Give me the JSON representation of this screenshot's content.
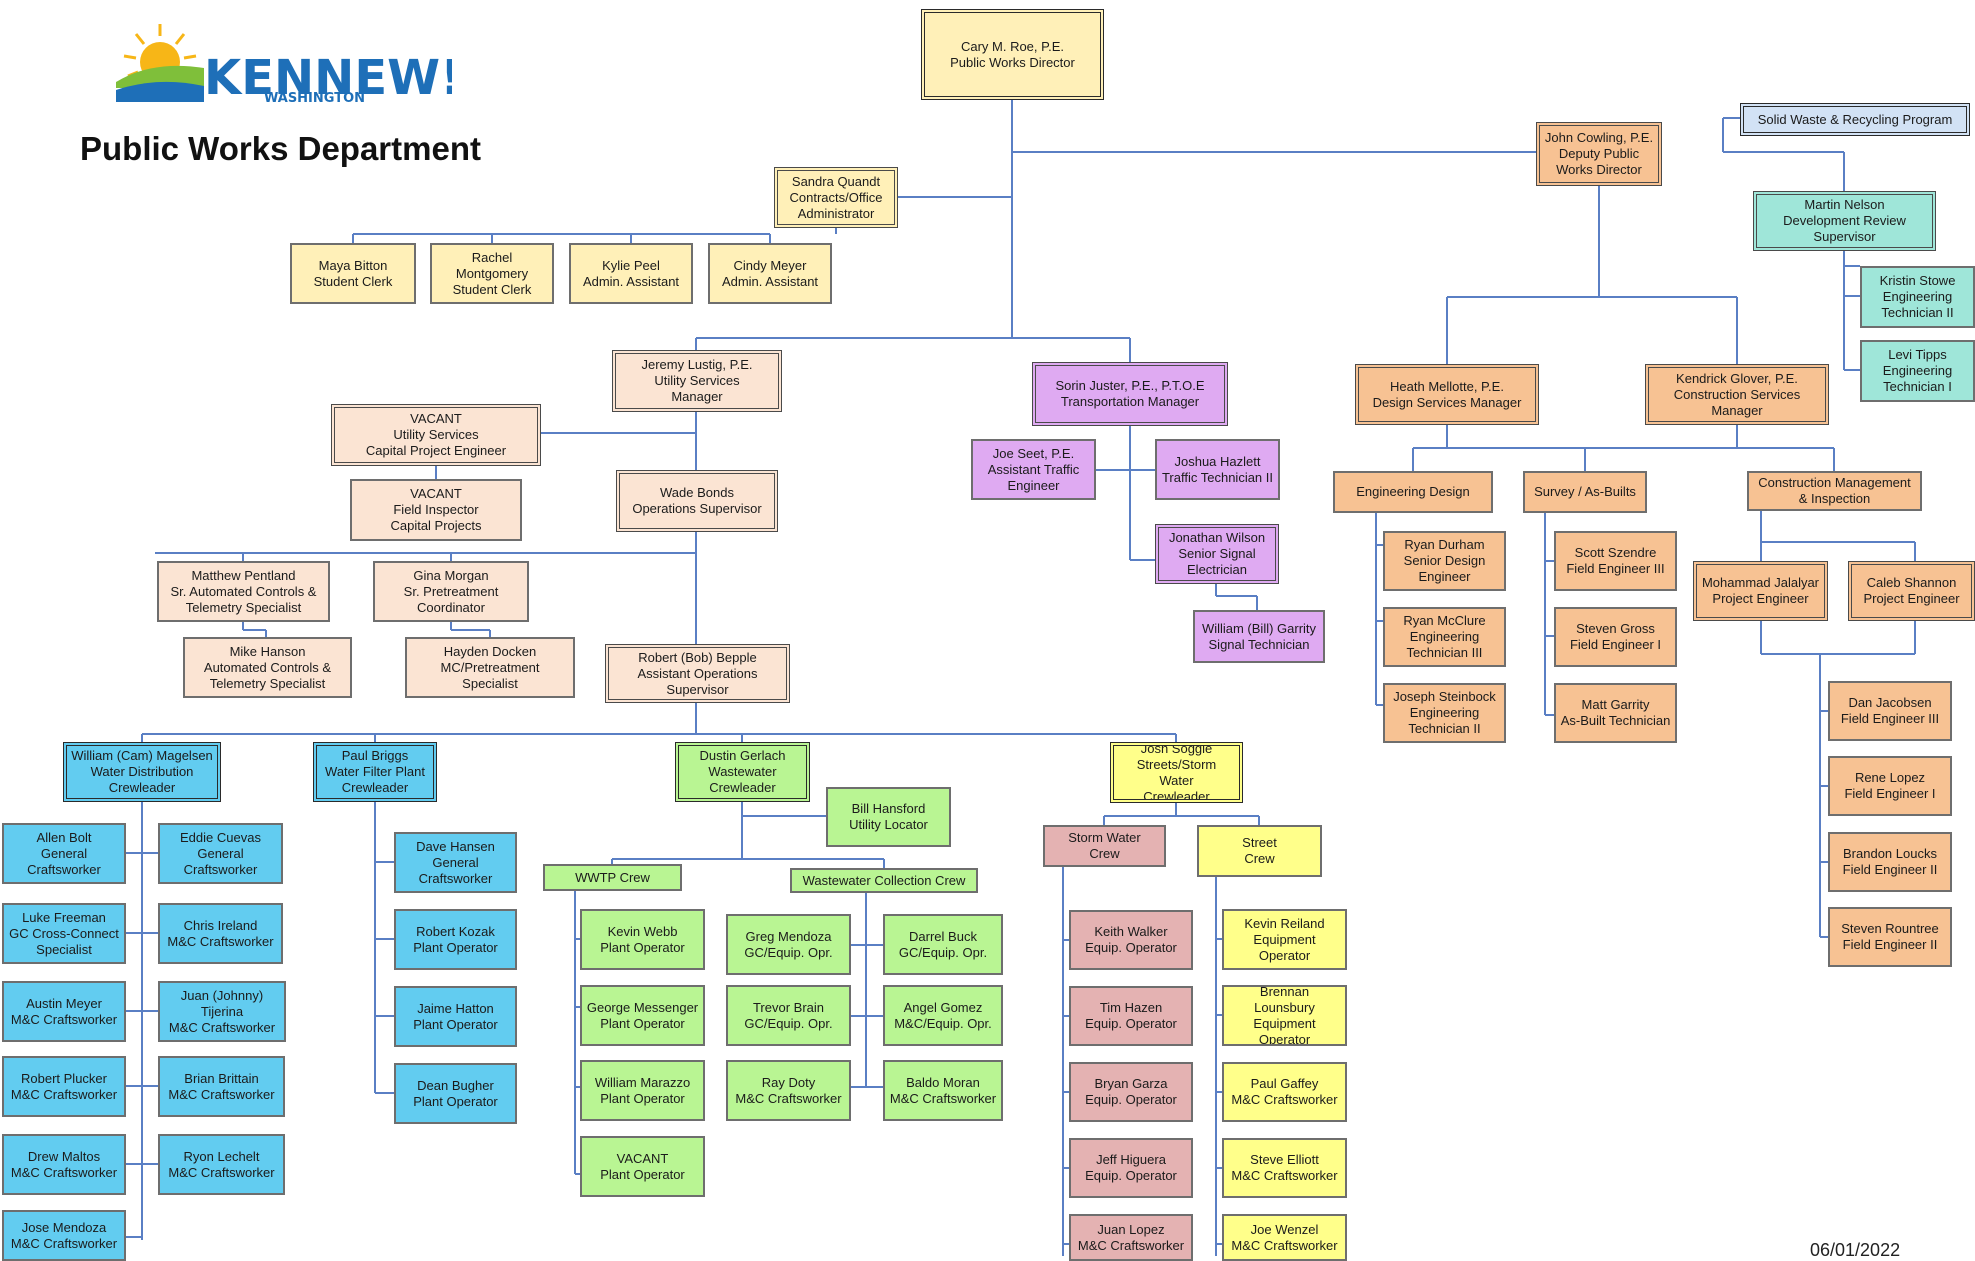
{
  "header": {
    "title": "Public Works Department",
    "logo_text": "KENNEW!CK",
    "logo_subtext": "WASHINGTON",
    "date": "06/01/2022"
  },
  "colors": {
    "connector": "#5a7fc4",
    "director": "#fff0b8",
    "utility": "#fbe4d3",
    "transportation": "#dfaaf2",
    "deputy": "#f7c293",
    "development": "#9fe6d9",
    "water": "#62ccf0",
    "wastewater": "#b9f593",
    "storm": "#e4b2b2",
    "streets": "#ffff8a",
    "solid_waste": "#d2e2f5"
  },
  "nodes": {
    "director": "Cary M. Roe, P.E.\nPublic Works Director",
    "contracts": "Sandra Quandt\nContracts/Office\nAdministrator",
    "maya": "Maya Bitton\nStudent Clerk",
    "rachel": "Rachel Montgomery\nStudent Clerk",
    "kylie": "Kylie Peel\nAdmin. Assistant",
    "cindy": "Cindy Meyer\nAdmin. Assistant",
    "deputy": "John Cowling, P.E.\nDeputy Public\nWorks Director",
    "solid_waste": "Solid Waste & Recycling Program",
    "martin": "Martin Nelson\nDevelopment Review\nSupervisor",
    "kristin": "Kristin Stowe\nEngineering\nTechnician II",
    "levi": "Levi Tipps\nEngineering\nTechnician I",
    "heath": "Heath Mellotte, P.E.\nDesign Services Manager",
    "kendrick": "Kendrick Glover, P.E.\nConstruction Services\nManager",
    "eng_design": "Engineering Design",
    "survey": "Survey / As-Builts",
    "const_mgmt": "Construction Management\n& Inspection",
    "ryan_durham": "Ryan Durham\nSenior Design\nEngineer",
    "ryan_mcclure": "Ryan McClure\nEngineering\nTechnician III",
    "joseph": "Joseph Steinbock\nEngineering\nTechnician II",
    "scott": "Scott Szendre\nField Engineer III",
    "steven_gross": "Steven Gross\nField Engineer I",
    "matt": "Matt Garrity\nAs-Built Technician",
    "mohammad": "Mohammad Jalalyar\nProject Engineer",
    "caleb": "Caleb Shannon\nProject Engineer",
    "dan": "Dan Jacobsen\nField Engineer III",
    "rene": "Rene Lopez\nField Engineer I",
    "brandon": "Brandon Loucks\nField Engineer II",
    "steven_rountree": "Steven Rountree\nField Engineer II",
    "jeremy": "Jeremy Lustig, P.E.\nUtility Services\nManager",
    "vacant_cpe": "VACANT\nUtility Services\nCapital Project Engineer",
    "vacant_fi": "VACANT\nField Inspector\nCapital Projects",
    "wade": "Wade Bonds\nOperations Supervisor",
    "matthew": "Matthew Pentland\nSr. Automated Controls &\nTelemetry Specialist",
    "gina": "Gina Morgan\nSr. Pretreatment\nCoordinator",
    "mike": "Mike Hanson\nAutomated Controls &\nTelemetry Specialist",
    "hayden": "Hayden Docken\nMC/Pretreatment Specialist",
    "robert_bepple": "Robert (Bob) Bepple\nAssistant Operations\nSupervisor",
    "sorin": "Sorin Juster, P.E., P.T.O.E\nTransportation Manager",
    "joe_seet": "Joe Seet, P.E.\nAssistant Traffic\nEngineer",
    "joshua": "Joshua Hazlett\nTraffic Technician II",
    "jonathan": "Jonathan Wilson\nSenior Signal\nElectrician",
    "william_garrity": "William (Bill) Garrity\nSignal Technician",
    "william_magelsen": "William (Cam) Magelsen\nWater Distribution\nCrewleader",
    "paul_briggs": "Paul Briggs\nWater Filter Plant\nCrewleader",
    "dustin": "Dustin Gerlach\nWastewater\nCrewleader",
    "josh": "Josh Soggie\nStreets/Storm Water\nCrewleader",
    "bill_hansford": "Bill Hansford\nUtility Locator",
    "allen": "Allen Bolt\nGeneral\nCraftsworker",
    "eddie": "Eddie Cuevas\nGeneral\nCraftsworker",
    "luke": "Luke Freeman\nGC Cross-Connect\nSpecialist",
    "chris": "Chris Ireland\nM&C Craftsworker",
    "austin": "Austin Meyer\nM&C Craftsworker",
    "juan_tijerina": "Juan (Johnny) Tijerina\nM&C Craftsworker",
    "robert_plucker": "Robert Plucker\nM&C Craftsworker",
    "brian": "Brian Brittain\nM&C Craftsworker",
    "drew": "Drew Maltos\nM&C Craftsworker",
    "ryon": "Ryon Lechelt\nM&C Craftsworker",
    "jose": "Jose Mendoza\nM&C Craftsworker",
    "dave": "Dave Hansen\nGeneral\nCraftsworker",
    "robert_kozak": "Robert Kozak\nPlant Operator",
    "jaime": "Jaime Hatton\nPlant Operator",
    "dean": "Dean Bugher\nPlant Operator",
    "wwtp": "WWTP Crew",
    "ww_collection": "Wastewater Collection Crew",
    "kevin_webb": "Kevin Webb\nPlant Operator",
    "george": "George Messenger\nPlant Operator",
    "william_marazzo": "William Marazzo\nPlant Operator",
    "vacant_po": "VACANT\nPlant Operator",
    "greg": "Greg Mendoza\nGC/Equip. Opr.",
    "trevor": "Trevor Brain\nGC/Equip. Opr.",
    "ray": "Ray Doty\nM&C Craftsworker",
    "darrel": "Darrel Buck\nGC/Equip. Opr.",
    "angel": "Angel Gomez\nM&C/Equip. Opr.",
    "baldo": "Baldo Moran\nM&C Craftsworker",
    "storm_crew": "Storm Water\nCrew",
    "street_crew": "Street\nCrew",
    "keith": "Keith Walker\nEquip. Operator",
    "tim": "Tim Hazen\nEquip. Operator",
    "bryan": "Bryan Garza\nEquip. Operator",
    "jeff": "Jeff Higuera\nEquip. Operator",
    "juan_lopez": "Juan Lopez\nM&C Craftsworker",
    "kevin_reiland": "Kevin Reiland\nEquipment\nOperator",
    "brennan": "Brennan Lounsbury\nEquipment\nOperator",
    "paul_gaffey": "Paul Gaffey\nM&C Craftsworker",
    "steve": "Steve Elliott\nM&C Craftsworker",
    "joe_wenzel": "Joe Wenzel\nM&C Craftsworker"
  }
}
